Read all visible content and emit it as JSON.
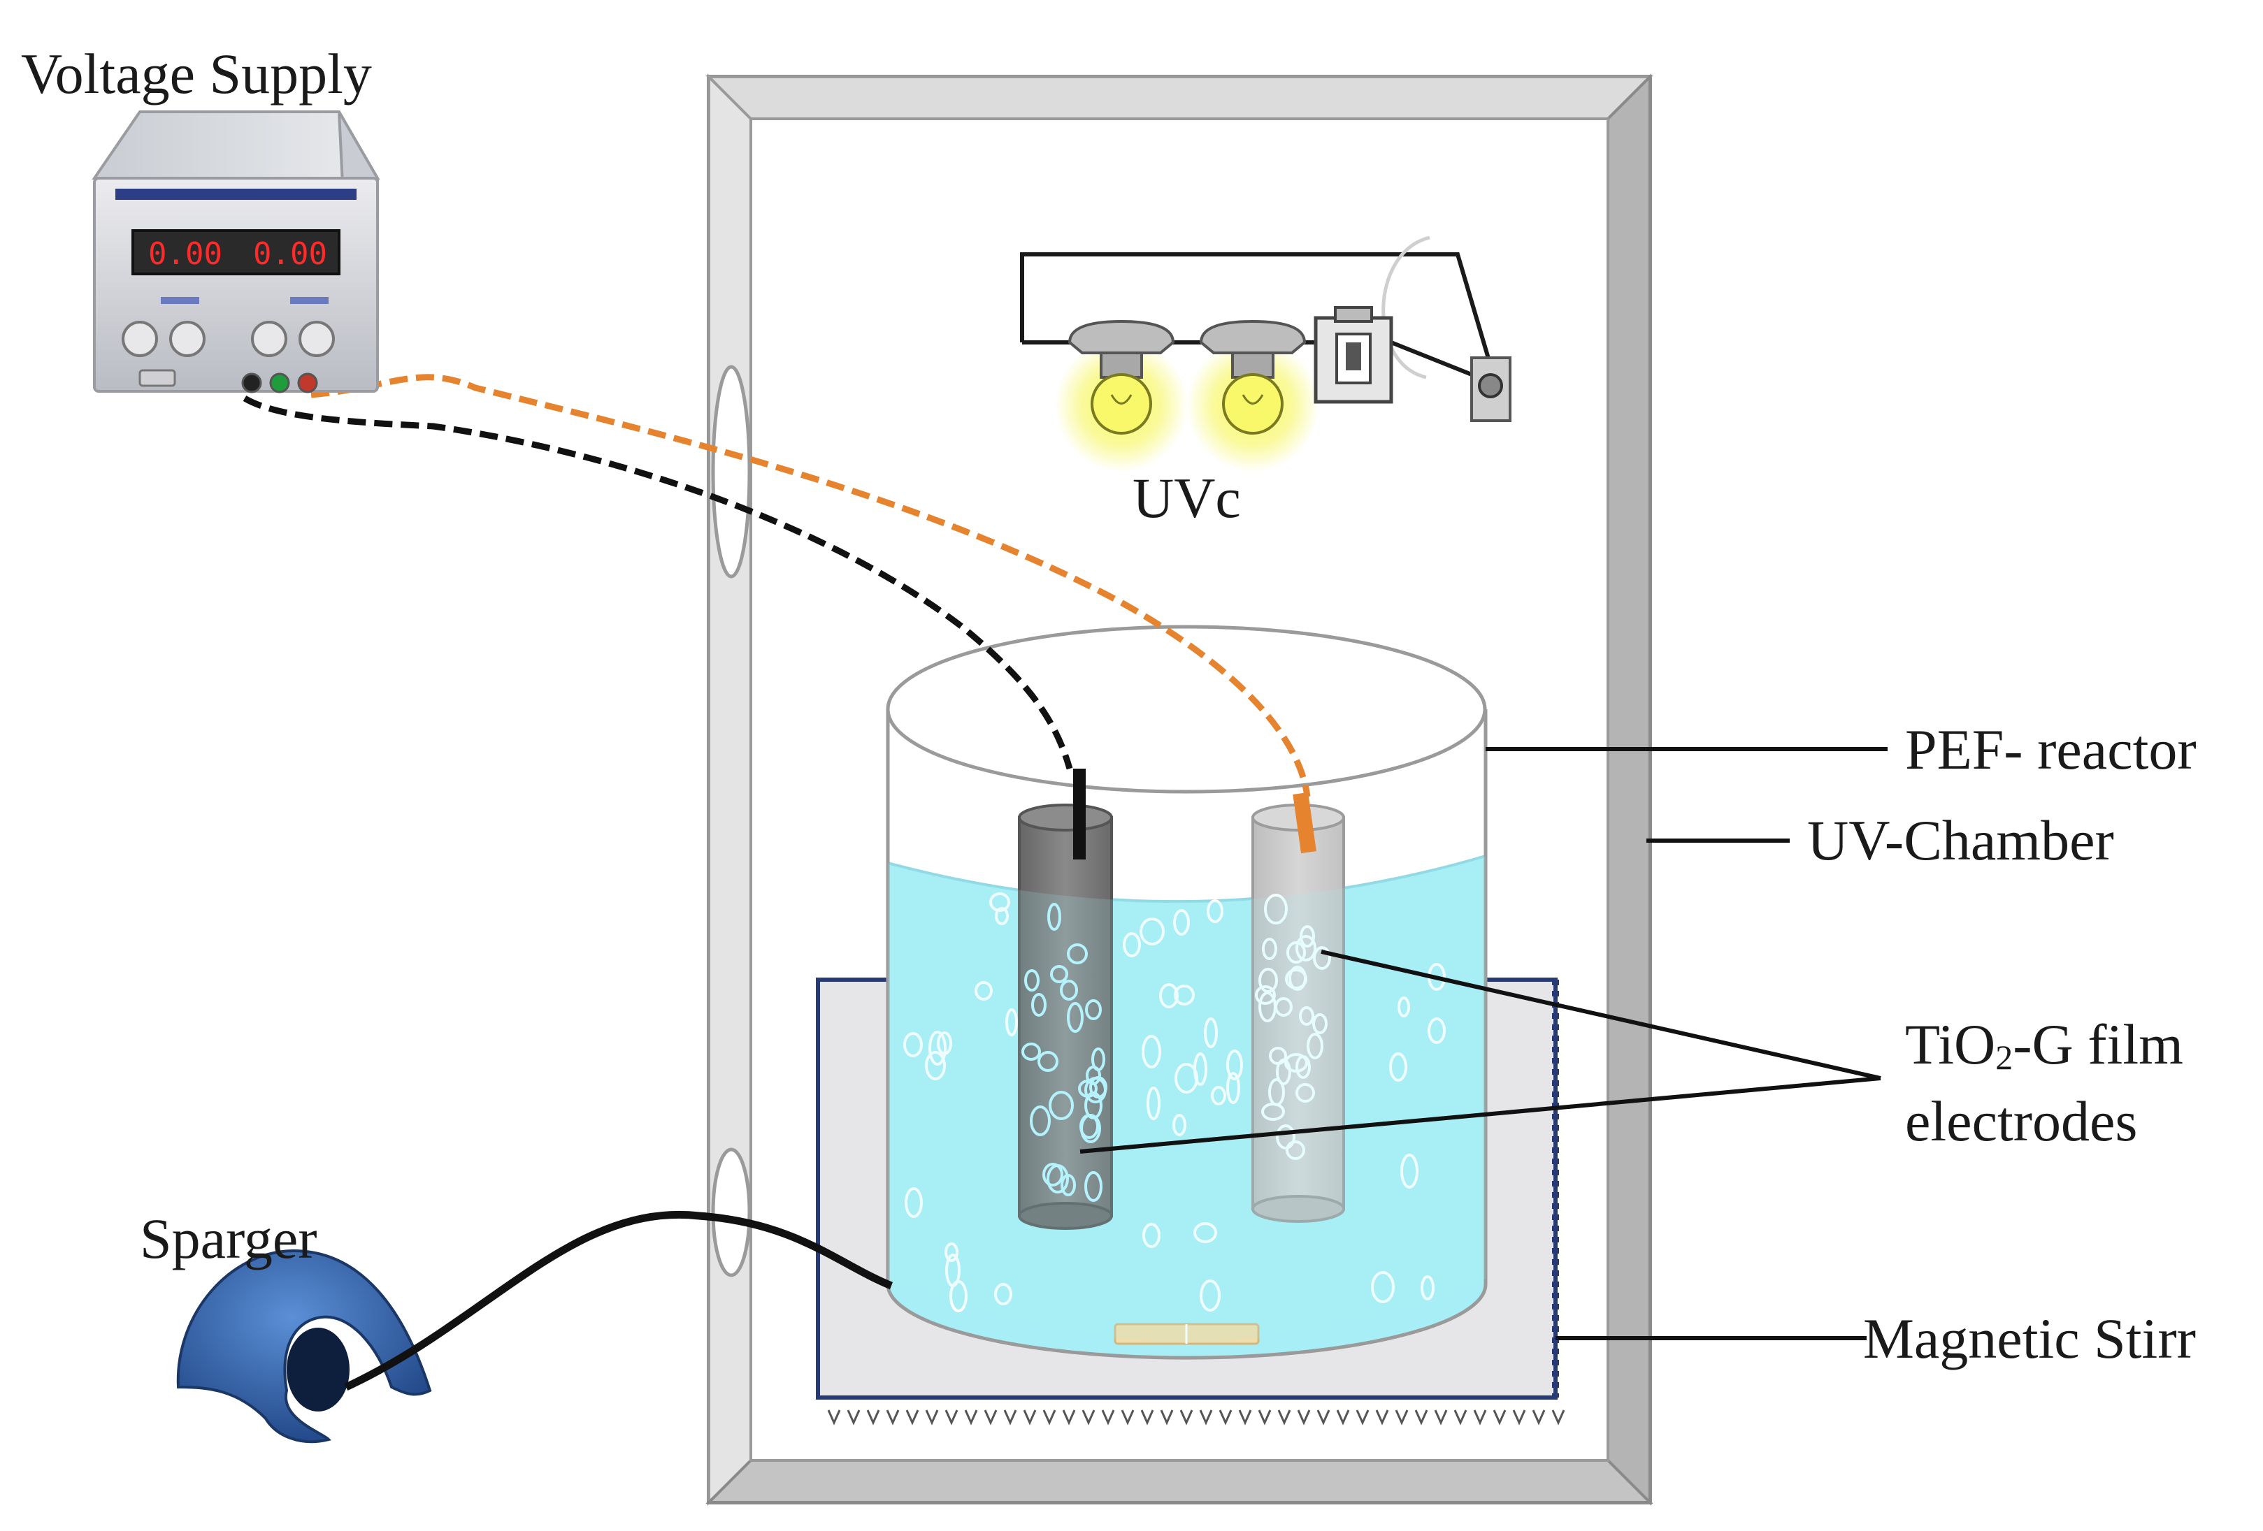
{
  "labels": {
    "voltage_supply": "Voltage Supply",
    "uvc": "UVc",
    "pef_reactor": "PEF- reactor",
    "uv_chamber": "UV-Chamber",
    "electrodes_line1": "TiO",
    "electrodes_sub": "2",
    "electrodes_line1_rest": "-G film",
    "electrodes_line2": "electrodes",
    "sparger": "Sparger",
    "magnetic_stirr": "Magnetic Stirr"
  },
  "power_supply": {
    "display_left": "0.00",
    "display_right": "0.00"
  },
  "colors": {
    "water": "#a8eef6",
    "chamber_frame": "#c8c8c8",
    "orange_wire": "#e5832e",
    "black_wire": "#111111",
    "bulb_glow": "#f3f34a",
    "sparger_blue": "#2f5fa8",
    "stirrer_plate": "#e6e6e9"
  }
}
